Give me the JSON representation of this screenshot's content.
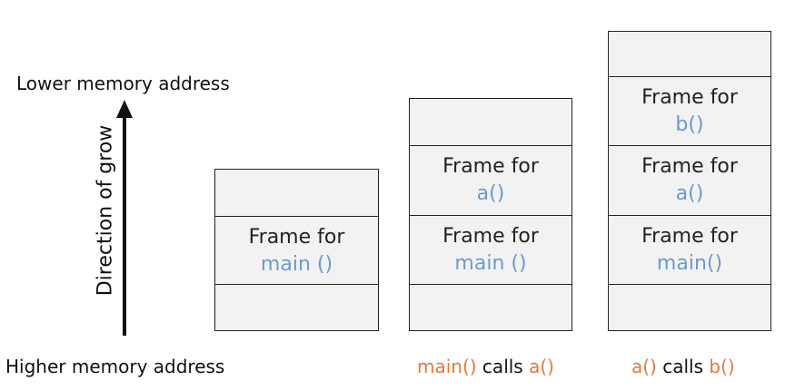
{
  "labels": {
    "lower": "Lower memory address",
    "higher": "Higher memory address",
    "direction": "Direction of grow"
  },
  "stacks": [
    {
      "frames": [
        {
          "line1": "Frame for",
          "line2": "main ()"
        }
      ],
      "caption": null
    },
    {
      "frames": [
        {
          "line1": "Frame for",
          "line2": "a()"
        },
        {
          "line1": "Frame for",
          "line2": "main ()"
        }
      ],
      "caption": {
        "part1": "main()",
        "part2": " calls ",
        "part3": "a()"
      }
    },
    {
      "frames": [
        {
          "line1": "Frame for",
          "line2": "b()"
        },
        {
          "line1": "Frame for",
          "line2": "a()"
        },
        {
          "line1": "Frame for",
          "line2": "main()"
        }
      ],
      "caption": {
        "part1": "a()",
        "part2": " calls ",
        "part3": "b()"
      }
    }
  ],
  "colors": {
    "frame_function": "#6a9bd0",
    "caption_function": "#e07a3a",
    "box_fill": "#f2f2f2",
    "border": "#222222"
  }
}
